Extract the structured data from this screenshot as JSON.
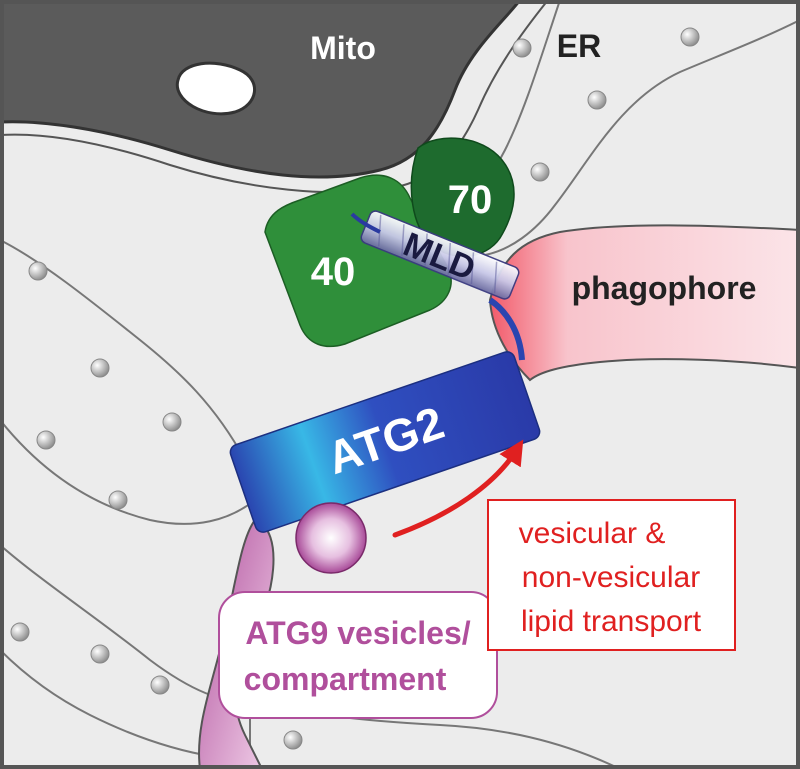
{
  "labels": {
    "mito": "Mito",
    "er": "ER",
    "phagophore": "phagophore",
    "atg2": "ATG2",
    "mld": "MLD",
    "tom40": "40",
    "tom70": "70",
    "transport_line1": "vesicular &",
    "transport_line2": "non-vesicular",
    "transport_line3": "lipid transport",
    "atg9_line1": "ATG9 vesicles/",
    "atg9_line2": "compartment"
  },
  "colors": {
    "background": "#ececec",
    "mito": "#5a5a5a",
    "er_fill": "#ececec",
    "tom40": "#2f8f3a",
    "tom70": "#1e6b2e",
    "atg2_dark": "#2a45b0",
    "atg2_light": "#38b8e6",
    "phagophore": "#f6c6d0",
    "atg9": "#b04f9c",
    "transport_red": "#e02020",
    "frame": "#555555"
  }
}
